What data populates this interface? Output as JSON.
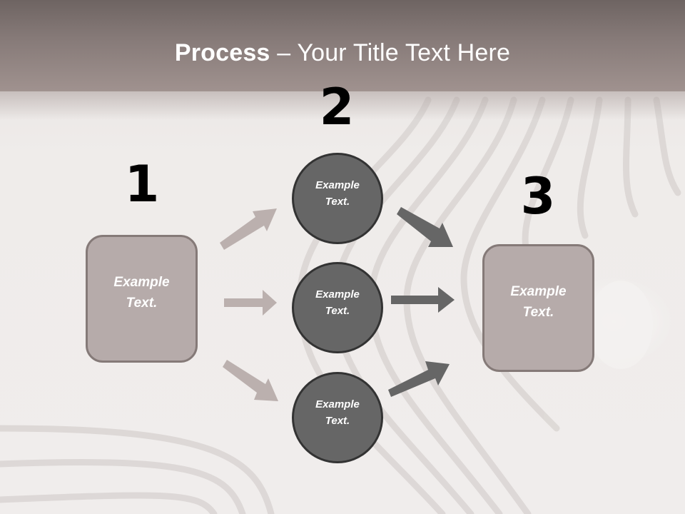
{
  "slide": {
    "title_bold": "Process",
    "title_rest": " – Your Title Text Here"
  },
  "steps": [
    {
      "number": "1",
      "label": "Example Text."
    },
    {
      "number": "2",
      "items": [
        {
          "label": "Example Text."
        },
        {
          "label": "Example Text."
        },
        {
          "label": "Example Text."
        }
      ]
    },
    {
      "number": "3",
      "label": "Example Text."
    }
  ],
  "colors": {
    "header_top": "#6e6462",
    "header_bottom": "#a0928f",
    "box_fill": "#b6abaa",
    "box_border": "#857a78",
    "circle_fill": "#666666",
    "circle_border": "#333333",
    "arrow_light": "#bbb0ae",
    "arrow_dark": "#666666",
    "number_color": "#000000"
  }
}
